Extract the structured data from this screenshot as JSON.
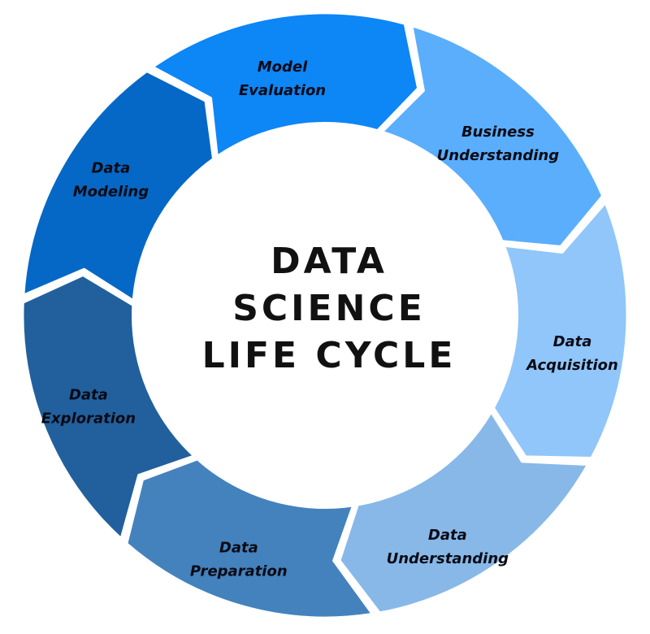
{
  "title_lines": [
    "DATA",
    "SCIENCE",
    "LIFE CYCLE"
  ],
  "segments": [
    {
      "lines": [
        "Business",
        "Understanding"
      ],
      "color": "#5aaefc"
    },
    {
      "lines": [
        "Data",
        "Acquisition"
      ],
      "color": "#90c6f9"
    },
    {
      "lines": [
        "Data",
        "Understanding"
      ],
      "color": "#87b8e8"
    },
    {
      "lines": [
        "Data",
        "Preparation"
      ],
      "color": "#4382bd"
    },
    {
      "lines": [
        "Data",
        "Exploration"
      ],
      "color": "#21609d"
    },
    {
      "lines": [
        "Data",
        "Modeling"
      ],
      "color": "#0568c6"
    },
    {
      "lines": [
        "Model",
        "Evaluation"
      ],
      "color": "#0d86f6"
    }
  ],
  "inner_color": "#ffffff",
  "text_color": "#0a0a14"
}
